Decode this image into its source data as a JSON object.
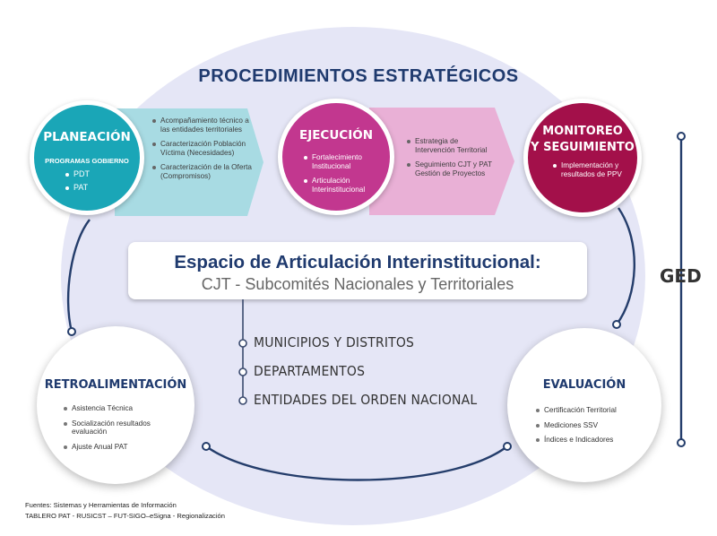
{
  "title": "PROCEDIMIENTOS ESTRATÉGICOS",
  "colors": {
    "navy": "#1f3a6e",
    "planeacion_teal": "#1aa6b7",
    "planeacion_band": "#a8dbe3",
    "ejecucion_magenta": "#c2378f",
    "ejecucion_band": "#e9b0d6",
    "monitoreo_maroon": "#a3104a",
    "background_ellipse": "#e5e6f6"
  },
  "planeacion": {
    "title": "PLANEACIÓN",
    "subtitle": "PROGRAMAS GOBIERNO",
    "items": [
      "PDT",
      "PAT"
    ],
    "band_items": [
      "Acompañamiento técnico a las entidades territoriales",
      "Caracterización Población Víctima (Necesidades)",
      "Caracterización de la Oferta (Compromisos)"
    ]
  },
  "ejecucion": {
    "title": "EJECUCIÓN",
    "items": [
      "Fortalecimiento Institucional",
      "Articulación Interinstitucional"
    ],
    "band_items": [
      "Estrategia de Intervención Territorial",
      "Seguimiento CJT y PAT Gestión de Proyectos"
    ]
  },
  "monitoreo": {
    "title_line1": "MONITOREO",
    "title_line2": "Y SEGUIMIENTO",
    "items": [
      "Implementación y resultados de PPV"
    ]
  },
  "espacio": {
    "title": "Espacio de Articulación Interinstitucional:",
    "subtitle": "CJT - Subcomités Nacionales y Territoriales"
  },
  "levels": [
    "MUNICIPIOS Y DISTRITOS",
    "DEPARTAMENTOS",
    "ENTIDADES DEL ORDEN NACIONAL"
  ],
  "retroalimentacion": {
    "title": "RETROALIMENTACIÓN",
    "items": [
      "Asistencia Técnica",
      "Socialización resultados evaluación",
      "Ajuste Anual PAT"
    ]
  },
  "evaluacion": {
    "title": "EVALUACIÓN",
    "items": [
      "Certificación Territorial",
      "Mediciones  SSV",
      "Índices e Indicadores"
    ]
  },
  "ged": "GED",
  "footer": {
    "line1": "Fuentes: Sistemas y Herramientas de Información",
    "line2": "TABLERO PAT - RUSICST – FUT-SIGO–eSigna - Regionalización"
  }
}
